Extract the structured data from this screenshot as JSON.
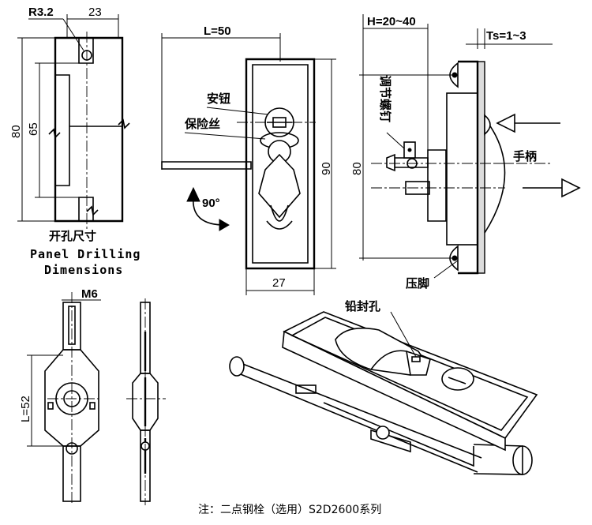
{
  "diagram": {
    "panel_drilling": {
      "dim_radius": "R3.2",
      "dim_width": "23",
      "dim_height_outer": "80",
      "dim_height_inner": "65",
      "title_cn": "开孔尺寸",
      "title_en_1": "Panel Drilling",
      "title_en_2": "Dimensions"
    },
    "front_view": {
      "dim_length": "L=50",
      "dim_height": "90",
      "dim_width": "27",
      "rotation": "90°",
      "label_button": "安钮",
      "label_safety_wire": "保险丝"
    },
    "side_view": {
      "dim_h": "H=20~40",
      "dim_ts": "Ts=1~3",
      "dim_height": "80",
      "label_adjust_screw": "调节螺钉",
      "label_handle": "手柄",
      "label_press_foot": "压脚"
    },
    "rod_views": {
      "dim_thread": "M6",
      "dim_length": "L=52"
    },
    "iso_view": {
      "label_seal_hole": "铅封孔"
    },
    "note": "注：二点钢栓（选用）S2D2600系列"
  }
}
